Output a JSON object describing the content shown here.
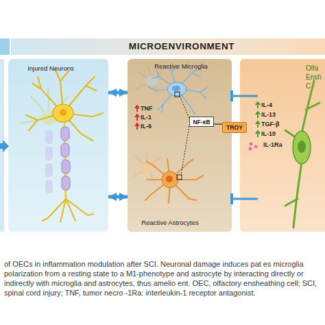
{
  "diagram": {
    "caption": "of OECs in inflammation modulation after SCI. Neuronal damage induces pat es microglia polarization from a resting state to a M1-phenotype and astrocyte by interacting directly or indirectly with microglia and astrocytes, thus amelio ent. OEC, olfactory ensheathing cell; SCI, spinal cord injury; TNF, tumor necro -1Ra: interleukin-1 receptor antagonist.",
    "nodes": [
      {
        "text": [
          "MICROENVIRONMENT"
        ]
      },
      {
        "text": [
          "Injured Neurons"
        ]
      },
      {
        "text": [
          "Reactive Microglia",
          "Reactive Astrocytes"
        ]
      },
      {
        "text": [
          "NF-κB"
        ],
        "in": 2
      },
      {
        "text": [
          "TROY"
        ]
      },
      {
        "text": [
          "Olfa Ensh C"
        ]
      }
    ],
    "edges": [
      {
        "from": 1,
        "to": 2,
        "arrow": "both"
      },
      {
        "from": 1,
        "to": 2,
        "arrow": "both"
      },
      {
        "from": 5,
        "to": 2,
        "arrow": "to"
      },
      {
        "from": 5,
        "to": 2,
        "arrow": "to"
      },
      {
        "from": 4,
        "to": 3,
        "arrow": "none"
      }
    ],
    "labels": [
      "TNF",
      "IL-1",
      "IL-6",
      "IL-4",
      "IL-13",
      "TGF-β",
      "IL-10",
      "IL-1Ra"
    ]
  }
}
